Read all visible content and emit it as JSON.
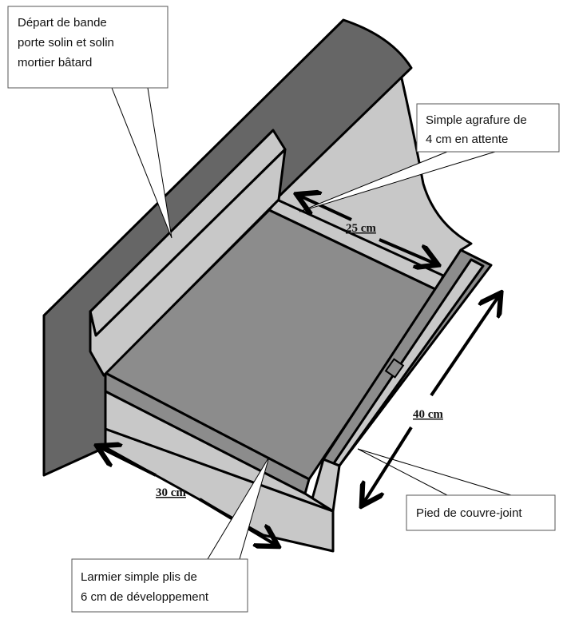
{
  "callouts": {
    "bande": [
      "Départ de bande",
      "porte solin et solin",
      "mortier bâtard"
    ],
    "agrafure": [
      "Simple agrafure de",
      "4 cm en attente"
    ],
    "pied": [
      "Pied de couvre-joint"
    ],
    "larmier": [
      "Larmier simple plis de",
      "6 cm de développement"
    ]
  },
  "dimensions": {
    "depth": "25 cm",
    "length": "40 cm",
    "width": "30 cm"
  },
  "colors": {
    "dark": "#666666",
    "mid": "#8c8c8c",
    "light": "#c8c8c8"
  }
}
